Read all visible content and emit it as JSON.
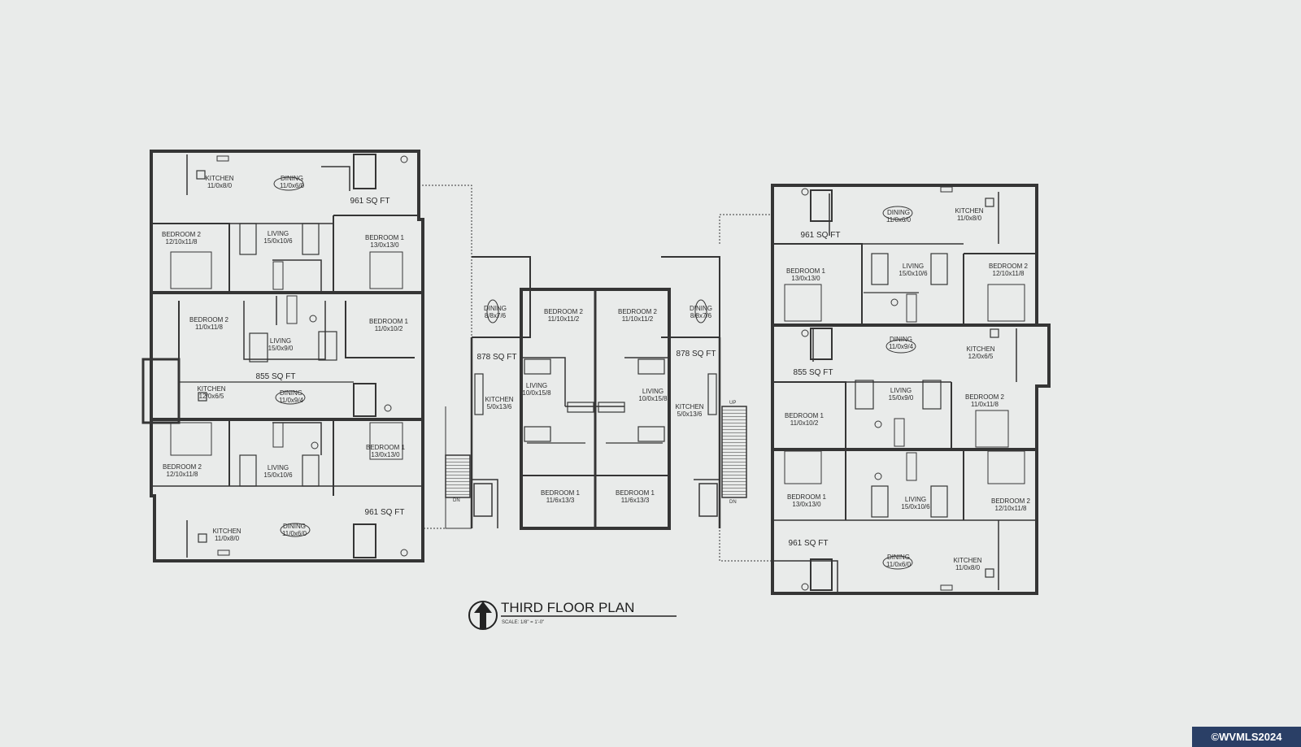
{
  "plan": {
    "title": "THIRD FLOOR PLAN",
    "scale": "SCALE: 1/8\" = 1'-0\"",
    "watermark": "©WVMLS2024",
    "stair_labels": {
      "up": "UP",
      "dn": "DN"
    },
    "rooms": {
      "l1_kitchen": {
        "name": "KITCHEN",
        "dim": "11/0x8/0"
      },
      "l1_dining": {
        "name": "DINING",
        "dim": "11/0x6/0"
      },
      "l1_bed2": {
        "name": "BEDROOM 2",
        "dim": "12/10x11/8"
      },
      "l1_living": {
        "name": "LIVING",
        "dim": "15/0x10/6"
      },
      "l1_bed1": {
        "name": "BEDROOM 1",
        "dim": "13/0x13/0"
      },
      "l2_bed2": {
        "name": "BEDROOM 2",
        "dim": "11/0x11/8"
      },
      "l2_living": {
        "name": "LIVING",
        "dim": "15/0x9/0"
      },
      "l2_bed1": {
        "name": "BEDROOM 1",
        "dim": "11/0x10/2"
      },
      "l2_kitchen": {
        "name": "KITCHEN",
        "dim": "12/0x6/5"
      },
      "l2_dining": {
        "name": "DINING",
        "dim": "11/0x9/4"
      },
      "l3_bed2": {
        "name": "BEDROOM 2",
        "dim": "12/10x11/8"
      },
      "l3_living": {
        "name": "LIVING",
        "dim": "15/0x10/6"
      },
      "l3_bed1": {
        "name": "BEDROOM 1",
        "dim": "13/0x13/0"
      },
      "l3_kitchen": {
        "name": "KITCHEN",
        "dim": "11/0x8/0"
      },
      "l3_dining": {
        "name": "DINING",
        "dim": "11/0x6/0"
      },
      "c1_dining": {
        "name": "DINING",
        "dim": "8/8x7/6"
      },
      "c1_bed2": {
        "name": "BEDROOM 2",
        "dim": "11/10x11/2"
      },
      "c1_living": {
        "name": "LIVING",
        "dim": "10/0x15/8"
      },
      "c1_kitchen": {
        "name": "KITCHEN",
        "dim": "5/0x13/6"
      },
      "c1_bed1": {
        "name": "BEDROOM 1",
        "dim": "11/6x13/3"
      },
      "c2_bed2": {
        "name": "BEDROOM 2",
        "dim": "11/10x11/2"
      },
      "c2_dining": {
        "name": "DINING",
        "dim": "8/8x7/6"
      },
      "c2_living": {
        "name": "LIVING",
        "dim": "10/0x15/8"
      },
      "c2_kitchen": {
        "name": "KITCHEN",
        "dim": "5/0x13/6"
      },
      "c2_bed1": {
        "name": "BEDROOM 1",
        "dim": "11/6x13/3"
      },
      "r1_dining": {
        "name": "DINING",
        "dim": "11/0x6/0"
      },
      "r1_kitchen": {
        "name": "KITCHEN",
        "dim": "11/0x8/0"
      },
      "r1_bed1": {
        "name": "BEDROOM 1",
        "dim": "13/0x13/0"
      },
      "r1_living": {
        "name": "LIVING",
        "dim": "15/0x10/6"
      },
      "r1_bed2": {
        "name": "BEDROOM 2",
        "dim": "12/10x11/8"
      },
      "r2_dining": {
        "name": "DINING",
        "dim": "11/0x9/4"
      },
      "r2_kitchen": {
        "name": "KITCHEN",
        "dim": "12/0x6/5"
      },
      "r2_living": {
        "name": "LIVING",
        "dim": "15/0x9/0"
      },
      "r2_bed2": {
        "name": "BEDROOM 2",
        "dim": "11/0x11/8"
      },
      "r2_bed1": {
        "name": "BEDROOM 1",
        "dim": "11/0x10/2"
      },
      "r3_bed1": {
        "name": "BEDROOM 1",
        "dim": "13/0x13/0"
      },
      "r3_living": {
        "name": "LIVING",
        "dim": "15/0x10/6"
      },
      "r3_bed2": {
        "name": "BEDROOM 2",
        "dim": "12/10x11/8"
      },
      "r3_dining": {
        "name": "DINING",
        "dim": "11/0x6/0"
      },
      "r3_kitchen": {
        "name": "KITCHEN",
        "dim": "11/0x8/0"
      }
    },
    "areas": {
      "l1": "961 SQ FT",
      "l2": "855 SQ FT",
      "l3": "961 SQ FT",
      "c1": "878 SQ FT",
      "c2": "878 SQ FT",
      "r1": "961 SQ FT",
      "r2": "855 SQ FT",
      "r3": "961 SQ FT"
    }
  }
}
